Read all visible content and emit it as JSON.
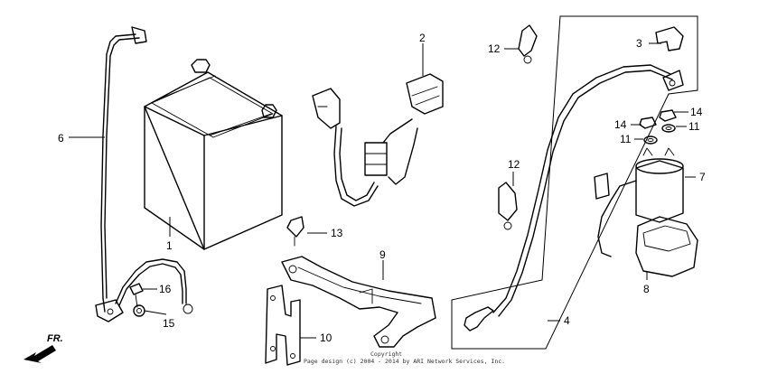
{
  "callouts": {
    "c1": "1",
    "c2": "2",
    "c3": "3",
    "c4": "4",
    "c6": "6",
    "c7": "7",
    "c8": "8",
    "c9": "9",
    "c10": "10",
    "c11a": "11",
    "c11b": "11",
    "c12a": "12",
    "c12b": "12",
    "c13": "13",
    "c14a": "14",
    "c14b": "14",
    "c15": "15",
    "c16": "16"
  },
  "direction_label": "FR.",
  "copyright": {
    "line1": "Copyright",
    "line2": "Page design (c) 2004 - 2014 by ARI Network Services, Inc."
  },
  "icons": {
    "direction": "arrow-left-down-icon"
  }
}
